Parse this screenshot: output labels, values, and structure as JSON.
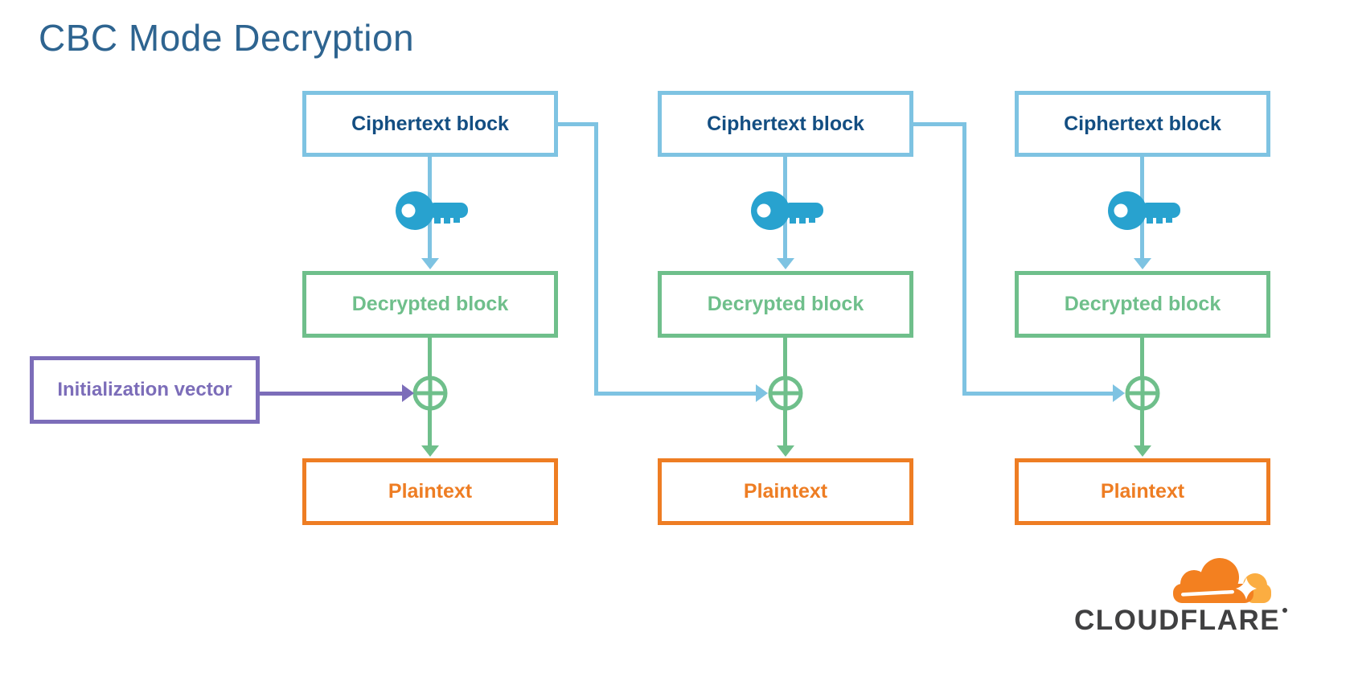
{
  "title": "CBC Mode Decryption",
  "columns": [
    {
      "ciphertext_label": "Ciphertext block",
      "decrypted_label": "Decrypted block",
      "plaintext_label": "Plaintext"
    },
    {
      "ciphertext_label": "Ciphertext block",
      "decrypted_label": "Decrypted block",
      "plaintext_label": "Plaintext"
    },
    {
      "ciphertext_label": "Ciphertext block",
      "decrypted_label": "Decrypted block",
      "plaintext_label": "Plaintext"
    }
  ],
  "iv": {
    "label": "Initialization vector"
  },
  "logo": {
    "brand": "CLOUDFLARE"
  },
  "icons": {
    "key": "key-icon",
    "xor": "xor-circle-plus-icon",
    "cloud": "cloudflare-cloud-logo-icon",
    "trademark": "trademark-dot-icon"
  },
  "colors": {
    "light_blue": "#7ec3e2",
    "dark_blue": "#134e82",
    "key_teal": "#28a2cf",
    "green": "#6fbf8b",
    "purple": "#7c6db9",
    "orange": "#ee7d23",
    "title_blue": "#2e6490",
    "logo_orange": "#f38020",
    "logo_light_orange": "#fbad41",
    "logo_text": "#404041"
  }
}
